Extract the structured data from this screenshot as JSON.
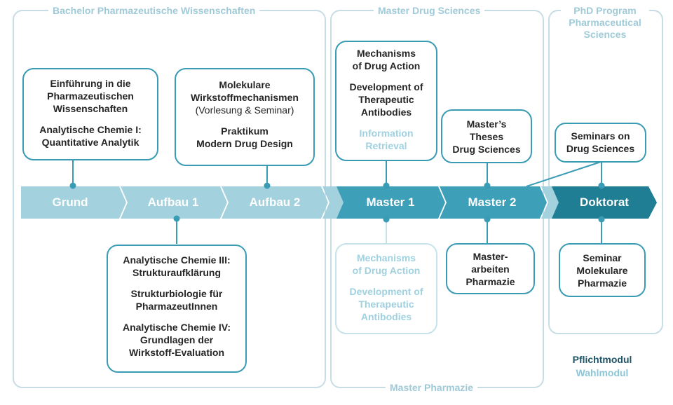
{
  "sections": {
    "bachelor": "Bachelor Pharmazeutische Wissenschaften",
    "master_drug": "Master Drug Sciences",
    "phd_line1": "PhD Program",
    "phd_line2": "Pharmaceutical",
    "phd_line3": "Sciences",
    "master_pharmazie": "Master Pharmazie"
  },
  "stages": [
    "Grund",
    "Aufbau 1",
    "Aufbau 2",
    "Master 1",
    "Master 2",
    "Doktorat"
  ],
  "boxes": {
    "grund": {
      "l1": "Einführung in die",
      "l2": "Pharmazeutischen",
      "l3": "Wissenschaften",
      "l4": "Analytische Chemie I:",
      "l5": "Quantitative Analytik"
    },
    "aufbau2": {
      "l1": "Molekulare",
      "l2": "Wirkstoffmechanismen",
      "l3": "(Vorlesung & Seminar)",
      "l4": "Praktikum",
      "l5": "Modern Drug Design"
    },
    "aufbau1": {
      "l1": "Analytische Chemie III:",
      "l2": "Strukturaufklärung",
      "l3": "Strukturbiologie für",
      "l4": "PharmazeutInnen",
      "l5": "Analytische Chemie IV:",
      "l6": "Grundlagen der",
      "l7": "Wirkstoff-Evaluation"
    },
    "master1_top": {
      "l1": "Mechanisms",
      "l2": "of Drug Action",
      "l3": "Development of",
      "l4": "Therapeutic",
      "l5": "Antibodies",
      "l6": "Information",
      "l7": "Retrieval"
    },
    "master1_bottom": {
      "l1": "Mechanisms",
      "l2": "of Drug Action",
      "l3": "Development of",
      "l4": "Therapeutic",
      "l5": "Antibodies"
    },
    "master2_top": {
      "l1": "Master’s",
      "l2": "Theses",
      "l3": "Drug Sciences"
    },
    "master2_bottom": {
      "l1": "Master-",
      "l2": "arbeiten",
      "l3": "Pharmazie"
    },
    "doktorat_top": {
      "l1": "Seminars on",
      "l2": "Drug Sciences"
    },
    "doktorat_bottom": {
      "l1": "Seminar",
      "l2": "Molekulare",
      "l3": "Pharmazie"
    }
  },
  "legend": {
    "required": "Pflichtmodul",
    "elective": "Wahlmodul"
  },
  "colors": {
    "stage_light": "#a3d1de",
    "stage_mid": "#3d9fb8",
    "stage_dark": "#1f7d94",
    "box_border": "#3a9bb4",
    "box_border_light": "#c6e2ea",
    "text_light": "#9fd1e0",
    "section_border": "#c6dde5",
    "legend_required": "#1f5566",
    "legend_elective": "#8cc6d6"
  }
}
